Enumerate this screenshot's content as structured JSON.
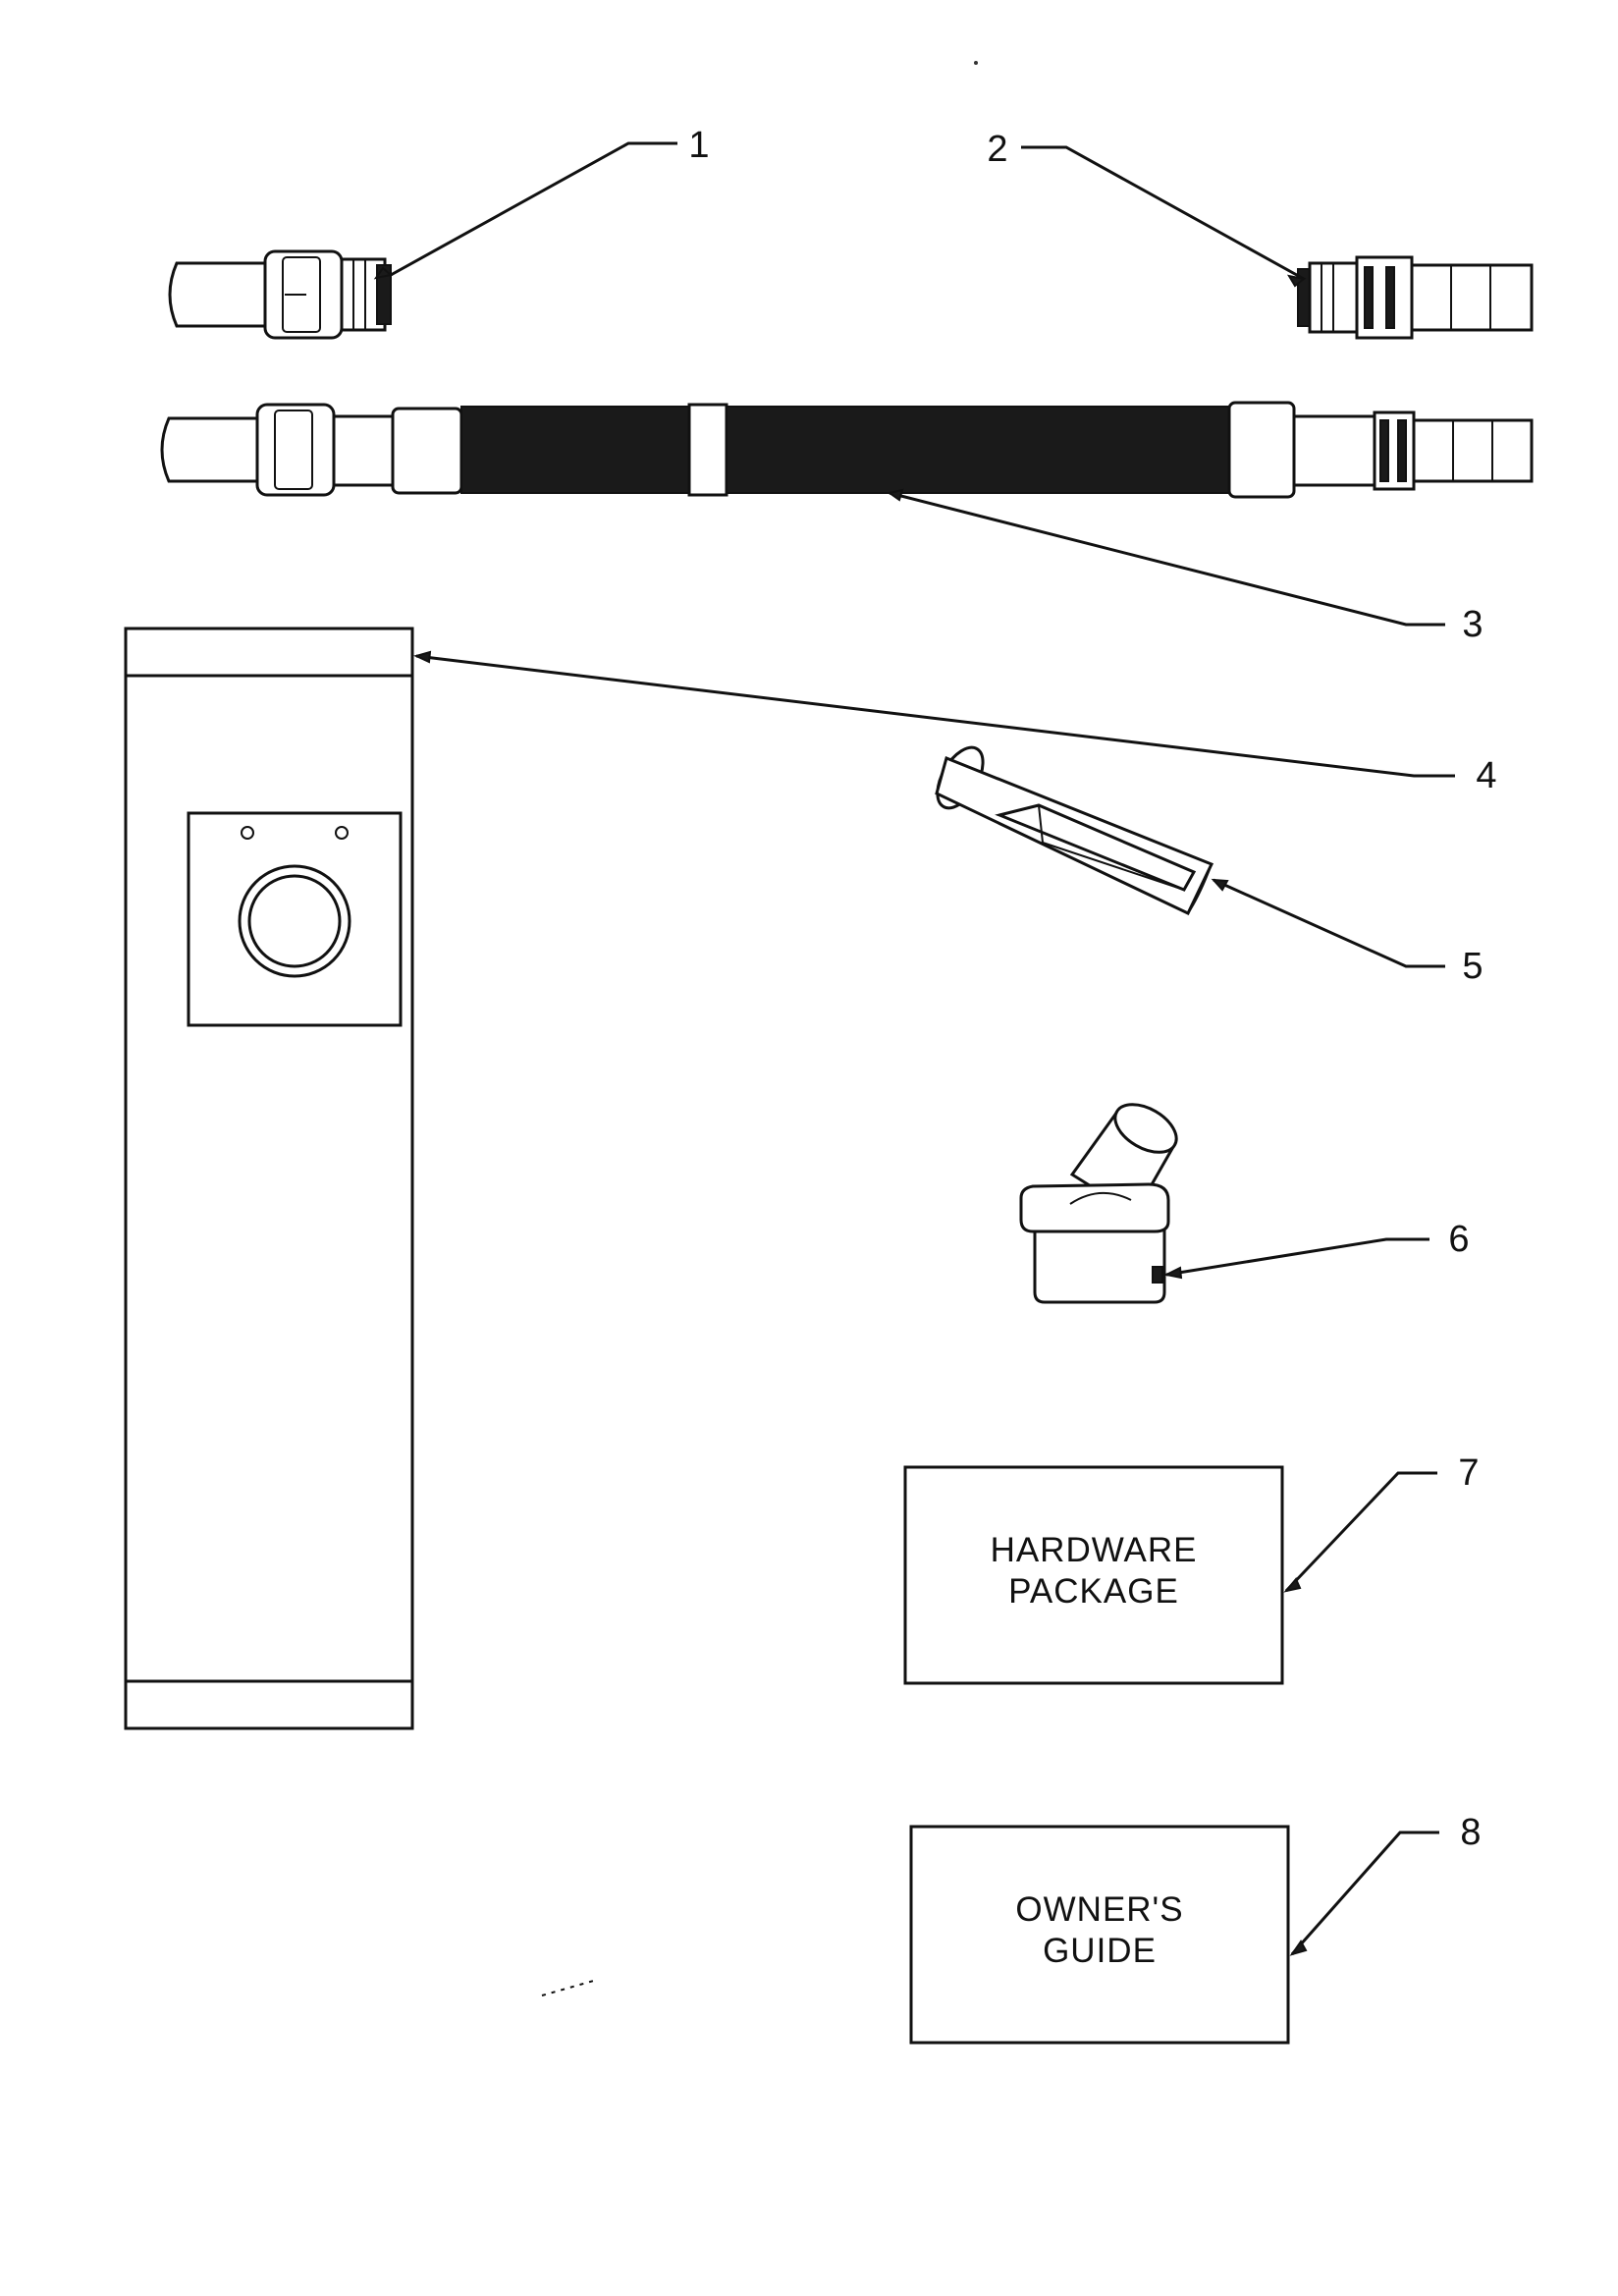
{
  "callouts": [
    {
      "id": "1"
    },
    {
      "id": "2"
    },
    {
      "id": "3"
    },
    {
      "id": "4"
    },
    {
      "id": "5"
    },
    {
      "id": "6"
    },
    {
      "id": "7"
    },
    {
      "id": "8"
    }
  ],
  "boxes": {
    "hardware": {
      "line1": "HARDWARE",
      "line2": "PACKAGE"
    },
    "guide": {
      "line1": "OWNER'S",
      "line2": "GUIDE"
    }
  },
  "colors": {
    "ink": "#111111",
    "paper": "#ffffff"
  }
}
